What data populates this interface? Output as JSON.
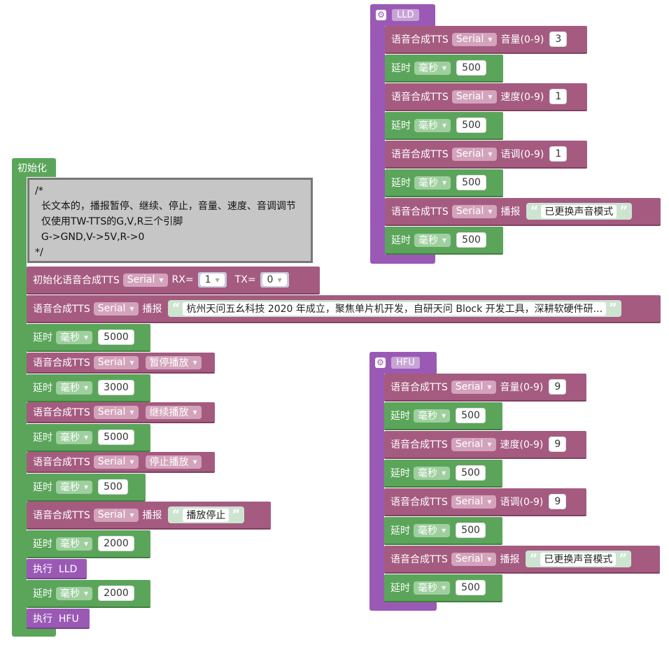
{
  "init": {
    "title": "初始化",
    "comment": "/*\n  长文本的，播报暂停、继续、停止，音量、速度、音调调节\n  仅使用TW-TTS的G,V,R三个引脚\n  G->GND,V->5V,R->0\n*/",
    "init_block": {
      "label": "初始化语音合成TTS",
      "port": "Serial",
      "rx_label": "RX=",
      "rx": "1",
      "tx_label": "TX=",
      "tx": "0"
    },
    "speak_long": {
      "label": "语音合成TTS",
      "port": "Serial",
      "action": "播报",
      "text": "杭州天问五幺科技 2020 年成立，聚焦单片机开发，自研天问 Block 开发工具，深耕软硬件研..."
    },
    "delay1": {
      "label": "延时",
      "unit": "毫秒",
      "value": "5000"
    },
    "pause": {
      "label": "语音合成TTS",
      "port": "Serial",
      "cmd": "暂停播放"
    },
    "delay2": {
      "label": "延时",
      "unit": "毫秒",
      "value": "3000"
    },
    "resume": {
      "label": "语音合成TTS",
      "port": "Serial",
      "cmd": "继续播放"
    },
    "delay3": {
      "label": "延时",
      "unit": "毫秒",
      "value": "5000"
    },
    "stop": {
      "label": "语音合成TTS",
      "port": "Serial",
      "cmd": "停止播放"
    },
    "delay4": {
      "label": "延时",
      "unit": "毫秒",
      "value": "500"
    },
    "speak_stop": {
      "label": "语音合成TTS",
      "port": "Serial",
      "action": "播报",
      "text": "播放停止"
    },
    "delay5": {
      "label": "延时",
      "unit": "毫秒",
      "value": "2000"
    },
    "call_lld": "执行  LLD",
    "delay6": {
      "label": "延时",
      "unit": "毫秒",
      "value": "2000"
    },
    "call_hfu": "执行  HFU"
  },
  "lld": {
    "name": "LLD",
    "volume": {
      "label": "语音合成TTS",
      "port": "Serial",
      "param": "音量(0-9)",
      "value": "3"
    },
    "delay_a": {
      "label": "延时",
      "unit": "毫秒",
      "value": "500"
    },
    "speed": {
      "label": "语音合成TTS",
      "port": "Serial",
      "param": "速度(0-9)",
      "value": "1"
    },
    "delay_b": {
      "label": "延时",
      "unit": "毫秒",
      "value": "500"
    },
    "tone": {
      "label": "语音合成TTS",
      "port": "Serial",
      "param": "语调(0-9)",
      "value": "1"
    },
    "delay_c": {
      "label": "延时",
      "unit": "毫秒",
      "value": "500"
    },
    "speak": {
      "label": "语音合成TTS",
      "port": "Serial",
      "action": "播报",
      "text": "已更换声音模式"
    },
    "delay_d": {
      "label": "延时",
      "unit": "毫秒",
      "value": "500"
    }
  },
  "hfu": {
    "name": "HFU",
    "volume": {
      "label": "语音合成TTS",
      "port": "Serial",
      "param": "音量(0-9)",
      "value": "9"
    },
    "delay_a": {
      "label": "延时",
      "unit": "毫秒",
      "value": "500"
    },
    "speed": {
      "label": "语音合成TTS",
      "port": "Serial",
      "param": "速度(0-9)",
      "value": "9"
    },
    "delay_b": {
      "label": "延时",
      "unit": "毫秒",
      "value": "500"
    },
    "tone": {
      "label": "语音合成TTS",
      "port": "Serial",
      "param": "语调(0-9)",
      "value": "9"
    },
    "delay_c": {
      "label": "延时",
      "unit": "毫秒",
      "value": "500"
    },
    "speak": {
      "label": "语音合成TTS",
      "port": "Serial",
      "action": "播报",
      "text": "已更换声音模式"
    },
    "delay_d": {
      "label": "延时",
      "unit": "毫秒",
      "value": "500"
    }
  },
  "colors": {
    "tts": "#a55b80",
    "delay": "#5ba55b",
    "function": "#9b59b6",
    "comment": "#c6c6c6"
  },
  "icons": {
    "gear": "gear-icon",
    "dropdown": "dropdown-arrow-icon",
    "quote": "quote-icon"
  }
}
